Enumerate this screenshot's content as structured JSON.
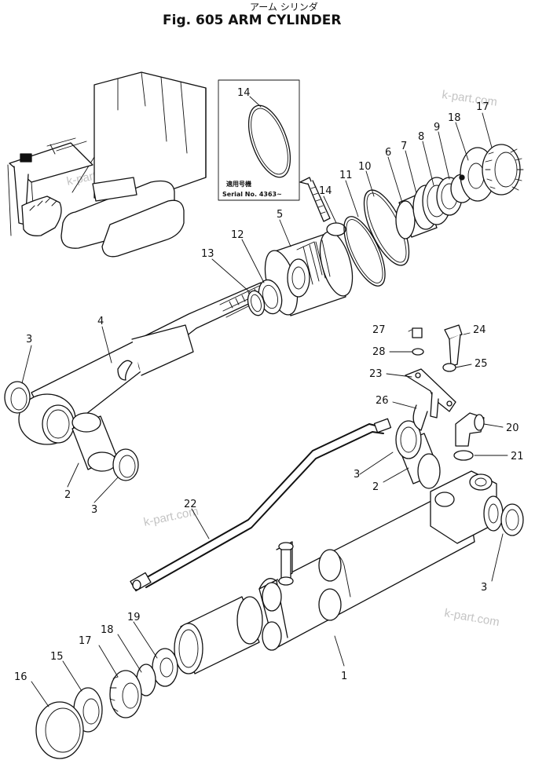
{
  "figure": {
    "title_jp": "アーム シリンダ",
    "title_en": "Fig. 605   ARM CYLINDER"
  },
  "inset": {
    "part_label": "14",
    "applicable_jp": "適用号機",
    "serial": "Serial  No. 4363~"
  },
  "watermark": "k-part.com",
  "callouts": {
    "c1": "1",
    "c2a": "2",
    "c2b": "2",
    "c3a": "3",
    "c3b": "3",
    "c3c": "3",
    "c3d": "3",
    "c4": "4",
    "c5": "5",
    "c6": "6",
    "c7": "7",
    "c8": "8",
    "c9": "9",
    "c10": "10",
    "c11": "11",
    "c12": "12",
    "c13": "13",
    "c14": "14",
    "c15": "15",
    "c16": "16",
    "c17a": "17",
    "c17b": "17",
    "c18a": "18",
    "c18b": "18",
    "c19": "19",
    "c20": "20",
    "c21": "21",
    "c22": "22",
    "c23": "23",
    "c24": "24",
    "c25": "25",
    "c26": "26",
    "c27": "27",
    "c28": "28"
  },
  "icons": [
    "excavator-sketch",
    "piston-rod",
    "cylinder-tube",
    "piston",
    "cylinder-head"
  ]
}
